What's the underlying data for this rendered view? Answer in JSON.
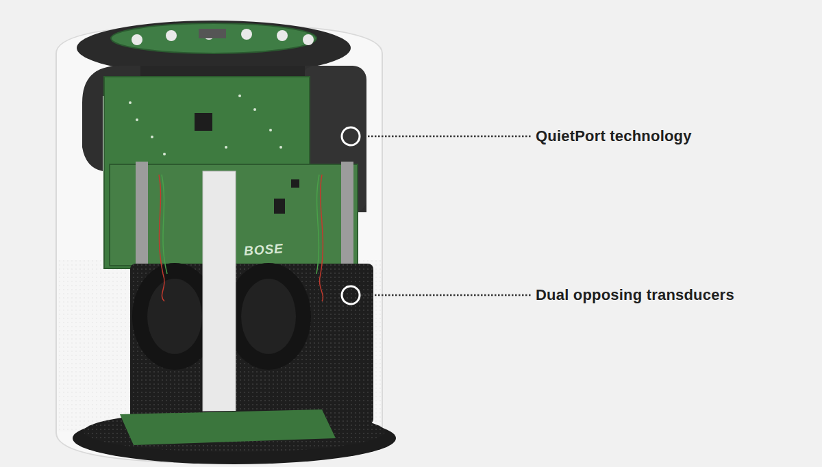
{
  "diagram": {
    "labels": [
      "QuietPort technology",
      "Dual opposing transducers",
      "BOSE"
    ]
  }
}
